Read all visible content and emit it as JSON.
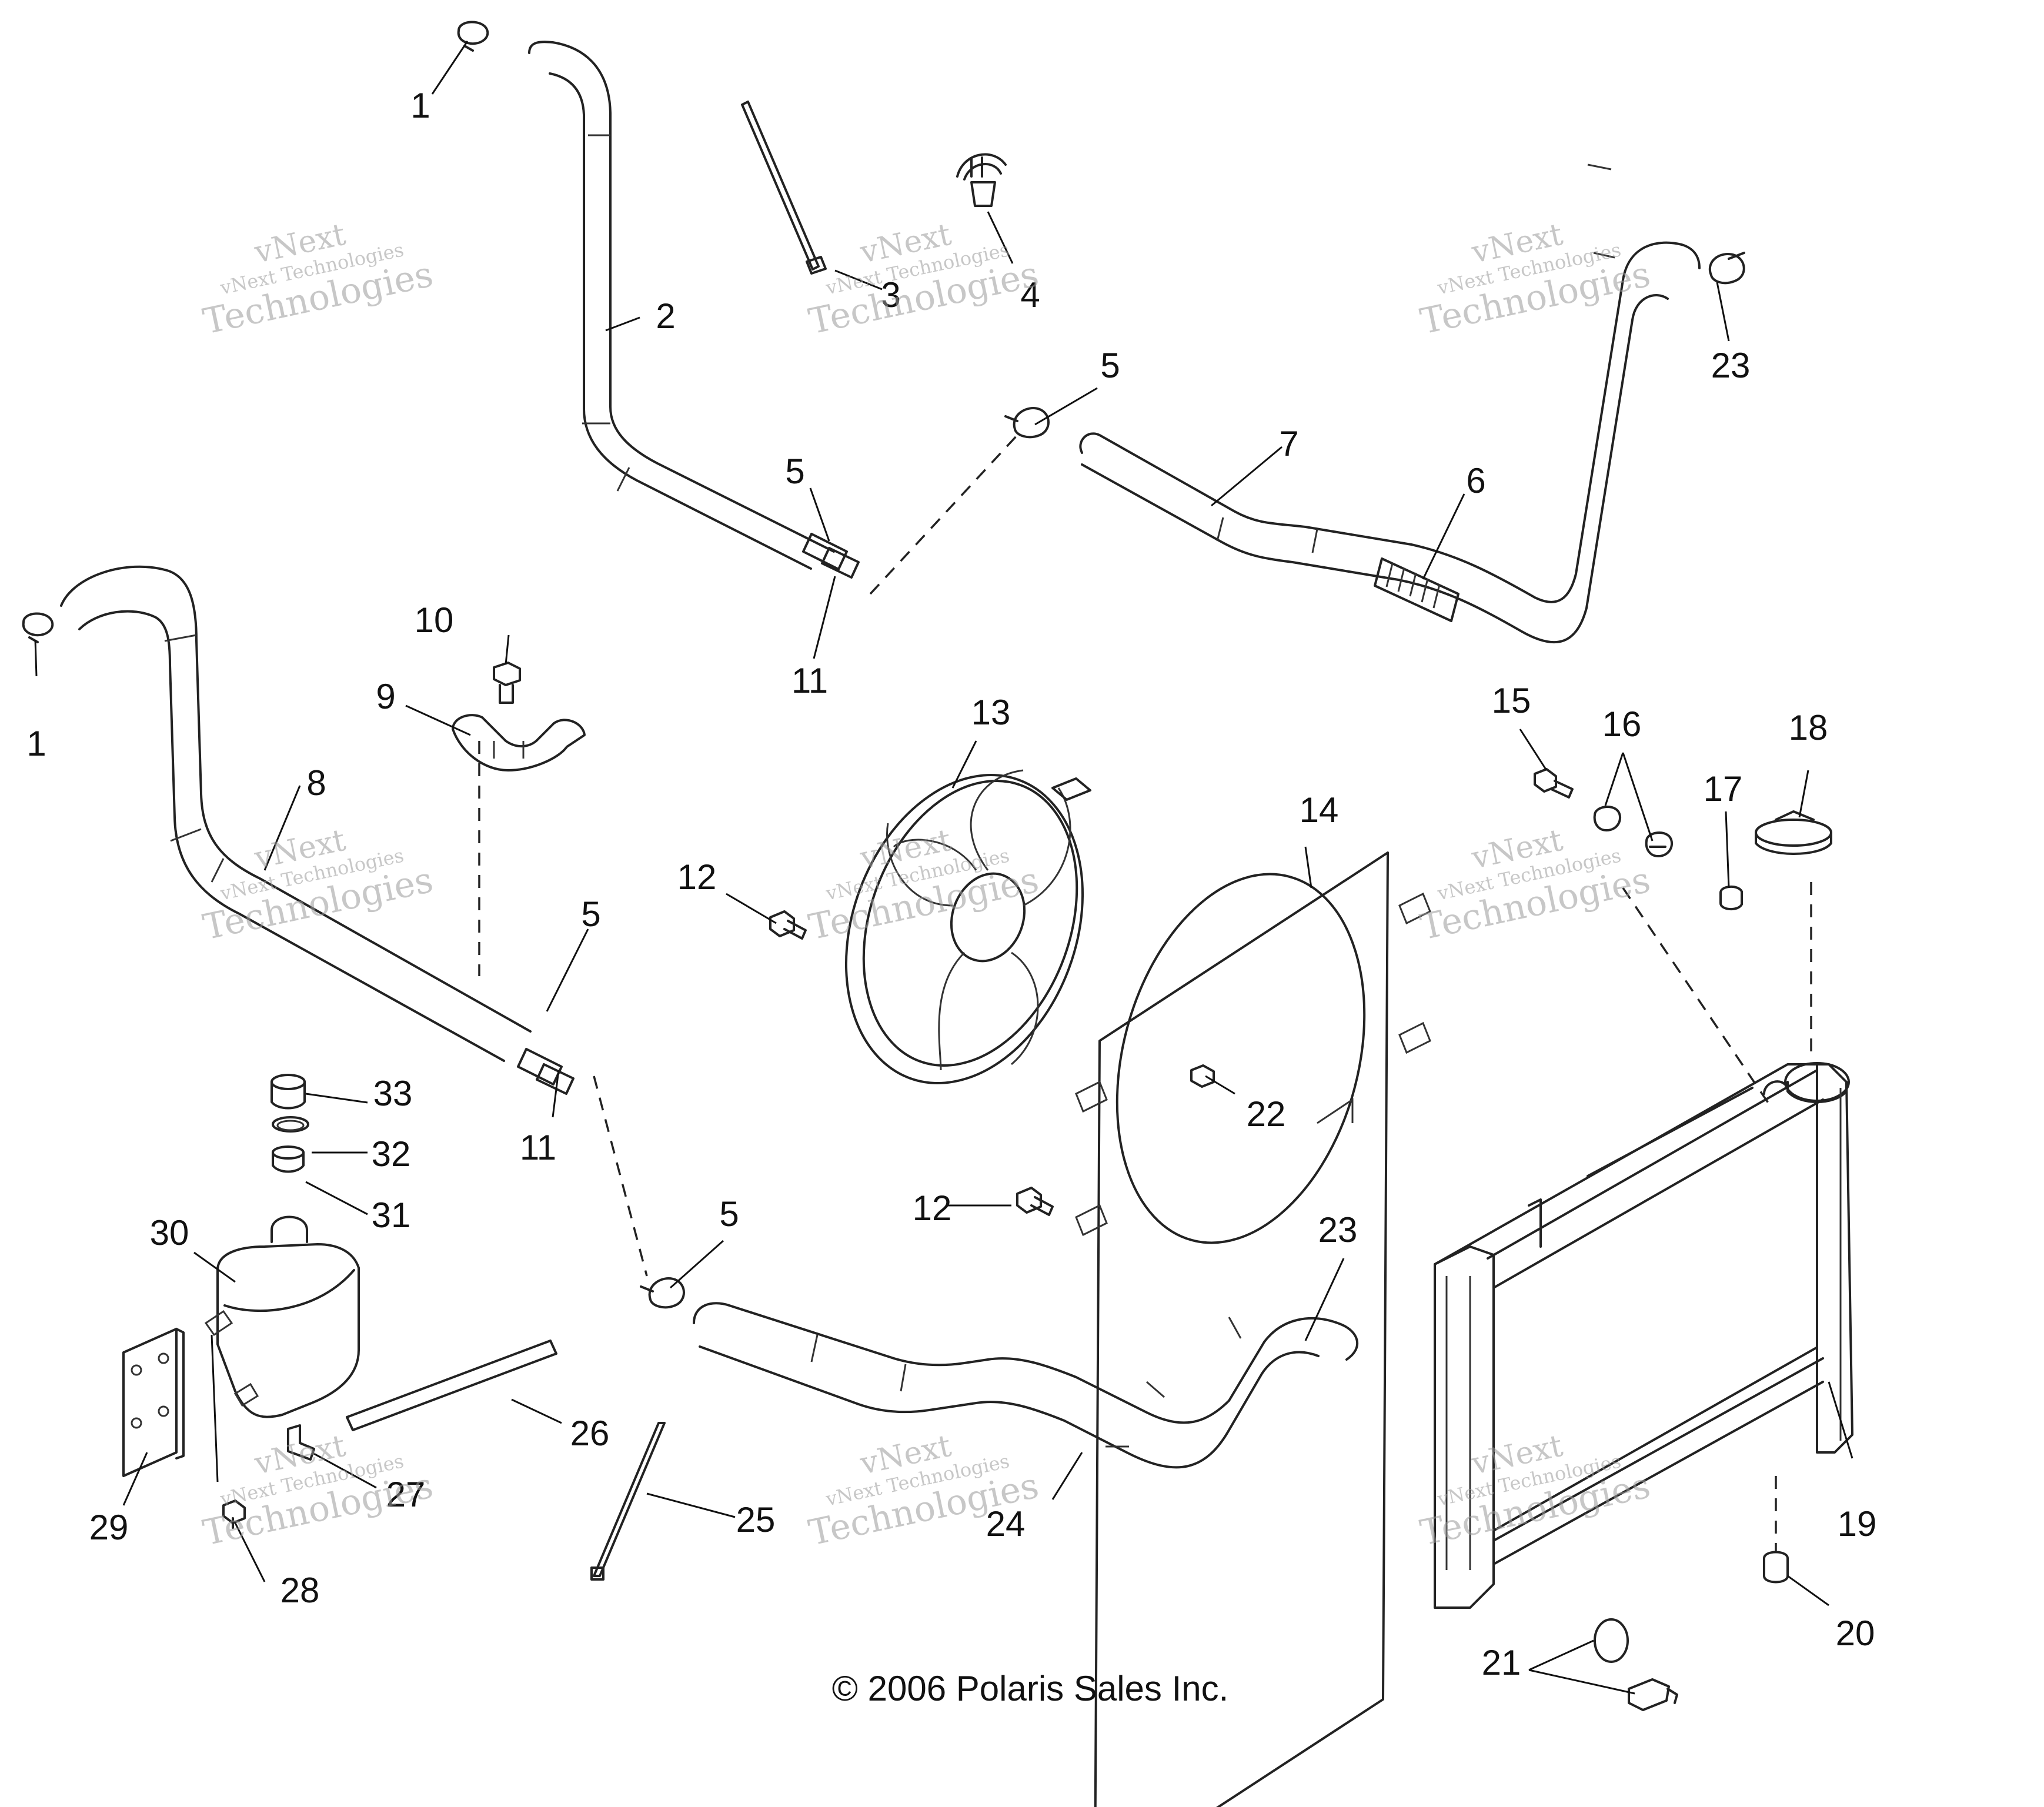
{
  "callouts": [
    {
      "id": "1",
      "label": "1"
    },
    {
      "id": "1b",
      "label": "1"
    },
    {
      "id": "2",
      "label": "2"
    },
    {
      "id": "3",
      "label": "3"
    },
    {
      "id": "4",
      "label": "4"
    },
    {
      "id": "5a",
      "label": "5"
    },
    {
      "id": "5b",
      "label": "5"
    },
    {
      "id": "5c",
      "label": "5"
    },
    {
      "id": "5d",
      "label": "5"
    },
    {
      "id": "6",
      "label": "6"
    },
    {
      "id": "7",
      "label": "7"
    },
    {
      "id": "8",
      "label": "8"
    },
    {
      "id": "9",
      "label": "9"
    },
    {
      "id": "10",
      "label": "10"
    },
    {
      "id": "11a",
      "label": "11"
    },
    {
      "id": "11b",
      "label": "11"
    },
    {
      "id": "12a",
      "label": "12"
    },
    {
      "id": "12b",
      "label": "12"
    },
    {
      "id": "13",
      "label": "13"
    },
    {
      "id": "14",
      "label": "14"
    },
    {
      "id": "15",
      "label": "15"
    },
    {
      "id": "16",
      "label": "16"
    },
    {
      "id": "17",
      "label": "17"
    },
    {
      "id": "18",
      "label": "18"
    },
    {
      "id": "19",
      "label": "19"
    },
    {
      "id": "20",
      "label": "20"
    },
    {
      "id": "21",
      "label": "21"
    },
    {
      "id": "22",
      "label": "22"
    },
    {
      "id": "23a",
      "label": "23"
    },
    {
      "id": "23b",
      "label": "23"
    },
    {
      "id": "24",
      "label": "24"
    },
    {
      "id": "25",
      "label": "25"
    },
    {
      "id": "26",
      "label": "26"
    },
    {
      "id": "27",
      "label": "27"
    },
    {
      "id": "28",
      "label": "28"
    },
    {
      "id": "29",
      "label": "29"
    },
    {
      "id": "30",
      "label": "30"
    },
    {
      "id": "31",
      "label": "31"
    },
    {
      "id": "32",
      "label": "32"
    },
    {
      "id": "33",
      "label": "33"
    }
  ],
  "copyright": "© 2006 Polaris Sales Inc.",
  "watermark": {
    "company": "vNext Technologies",
    "brand": "vNext",
    "word": "Technologies"
  }
}
